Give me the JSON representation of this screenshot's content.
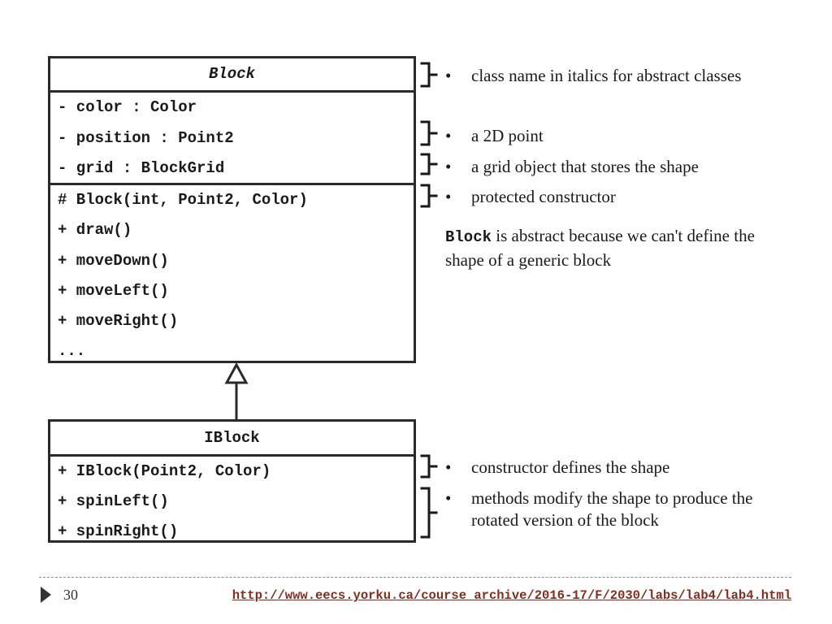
{
  "block": {
    "name": "Block",
    "attributes": [
      "- color : Color",
      "- position : Point2",
      "- grid : BlockGrid"
    ],
    "operations": [
      "# Block(int, Point2, Color)",
      "+ draw()",
      "+ moveDown()",
      "+ moveLeft()",
      "+ moveRight()",
      "..."
    ]
  },
  "iblock": {
    "name": "IBlock",
    "operations": [
      "+ IBlock(Point2, Color)",
      "+ spinLeft()",
      "+ spinRight()"
    ]
  },
  "notes": {
    "bullet": "•",
    "italics": "class name in italics for abstract classes",
    "point": "a 2D point",
    "grid": "a grid object that stores the shape",
    "protected": "protected constructor",
    "constructor_shape": "constructor defines the shape",
    "methods": "methods modify the shape to produce the rotated version of the block"
  },
  "paragraph": {
    "code": "Block",
    "text": " is abstract because we can't define the shape of a generic block"
  },
  "footer": {
    "page": "30",
    "url": "http://www.eecs.yorku.ca/course_archive/2016-17/F/2030/labs/lab4/lab4.html"
  }
}
